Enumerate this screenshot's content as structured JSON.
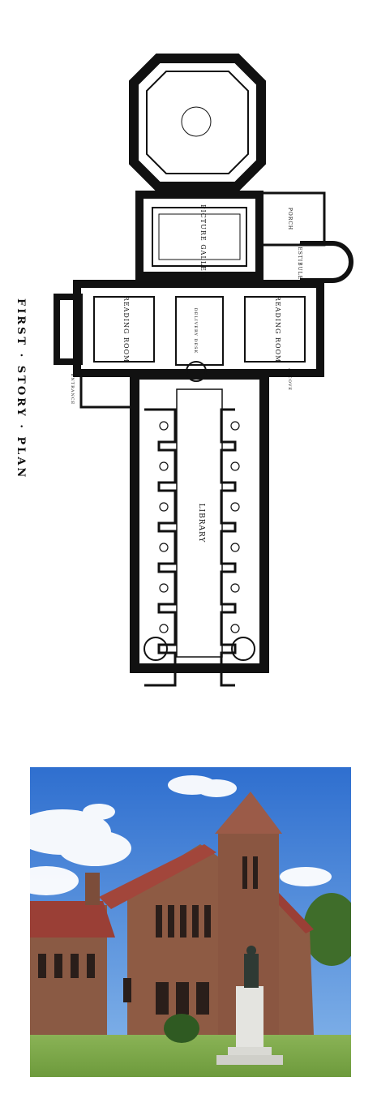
{
  "plan": {
    "title": "FIRST · STORY · PLAN",
    "labels": {
      "picture_gallery": "PICTURE GALLERY",
      "porch": "PORCH",
      "vestibule": "VESTIBULE",
      "reading_room_left": "READING ROOM",
      "reading_room_right": "READING ROOM",
      "delivery_desk": "DELIVERY DESK",
      "library": "LIBRARY",
      "alcove": "ALCOVE",
      "entrance": "ENTRANCE"
    }
  },
  "colors": {
    "ink": "#111111",
    "sky": "#3d7fd6",
    "stone": "#8a5a44",
    "roof": "#9a3f36",
    "grass": "#7aa04a"
  }
}
